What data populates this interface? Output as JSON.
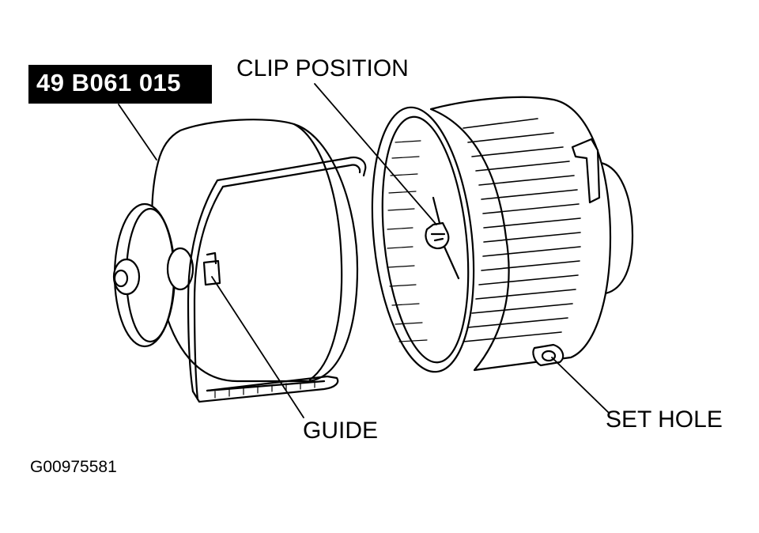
{
  "figure": {
    "tool_number": "49 B061 015",
    "figure_id": "G00975581",
    "callouts": {
      "clip_position": "CLIP POSITION",
      "guide": "GUIDE",
      "set_hole": "SET HOLE"
    }
  },
  "colors": {
    "ink": "#000000",
    "paper": "#ffffff",
    "badge_background": "#000000",
    "badge_text": "#ffffff"
  }
}
